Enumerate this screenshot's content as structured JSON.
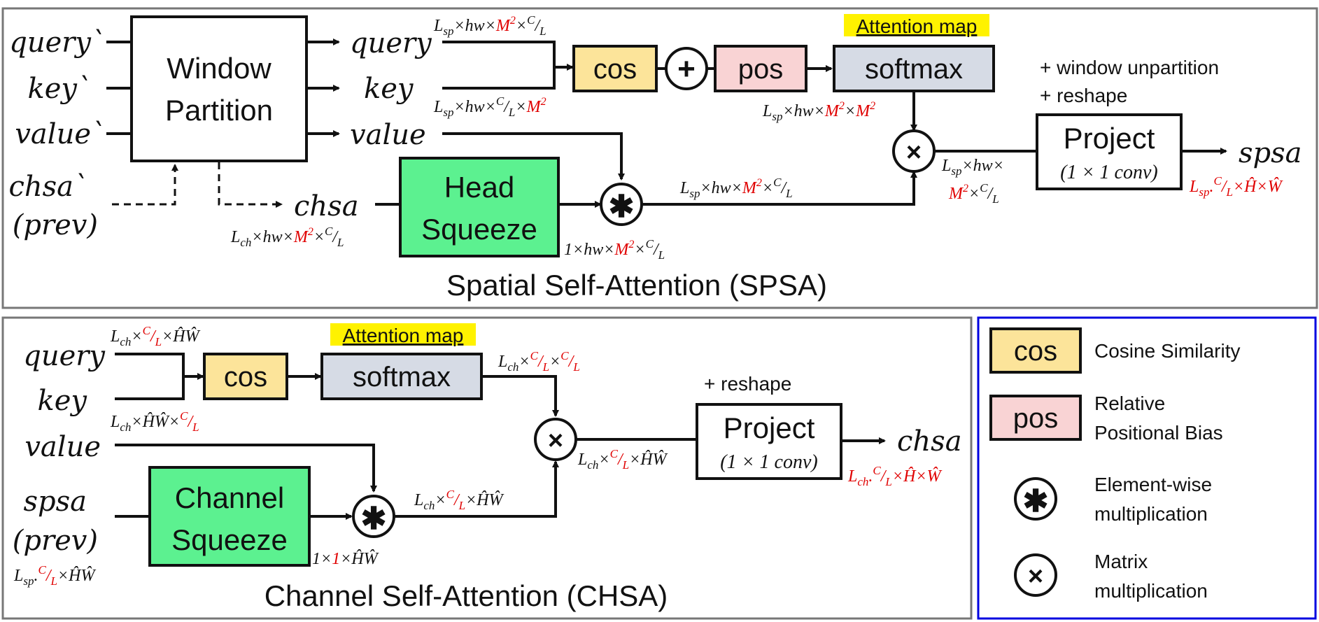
{
  "colors": {
    "cos": "#fce49a",
    "pos": "#f9d3d4",
    "softmax": "#d6dbe5",
    "squeeze": "#5cf190",
    "highlight": "#fff200",
    "legend_border": "#0000e0",
    "panel_border": "#777777",
    "dim_red": "#e00000"
  },
  "spsa": {
    "title": "Spatial Self-Attention (SPSA)",
    "inputs": {
      "query": "query`",
      "key": "key`",
      "value": "value`",
      "chsa_prev_1": "chsa`",
      "chsa_prev_2": "(prev)"
    },
    "window_partition": [
      "Window",
      "Partition"
    ],
    "outputs": {
      "query": "query",
      "key": "key",
      "value": "value",
      "chsa": "chsa"
    },
    "cos": "cos",
    "plus": "+",
    "pos": "pos",
    "softmax": "softmax",
    "attention_map": "Attention map",
    "head_squeeze": [
      "Head",
      "Squeeze"
    ],
    "unpartition": "+ window unpartition",
    "reshape": "+ reshape",
    "project": "Project",
    "project_sub": "(1 × 1 conv)",
    "output": "spsa"
  },
  "chsa": {
    "title": "Channel Self-Attention (CHSA)",
    "inputs": {
      "query": "query",
      "key": "key",
      "value": "value",
      "spsa_prev_1": "spsa",
      "spsa_prev_2": "(prev)"
    },
    "cos": "cos",
    "softmax": "softmax",
    "attention_map": "Attention map",
    "channel_squeeze": [
      "Channel",
      "Squeeze"
    ],
    "reshape": "+ reshape",
    "project": "Project",
    "project_sub": "(1 × 1 conv)",
    "output": "chsa"
  },
  "legend": [
    {
      "symbol": "cos",
      "text": [
        "Cosine Similarity"
      ]
    },
    {
      "symbol": "pos",
      "text": [
        "Relative",
        "Positional Bias"
      ]
    },
    {
      "symbol": "✱",
      "text": [
        "Element-wise",
        "multiplication"
      ]
    },
    {
      "symbol": "×",
      "text": [
        "Matrix",
        "multiplication"
      ]
    }
  ]
}
